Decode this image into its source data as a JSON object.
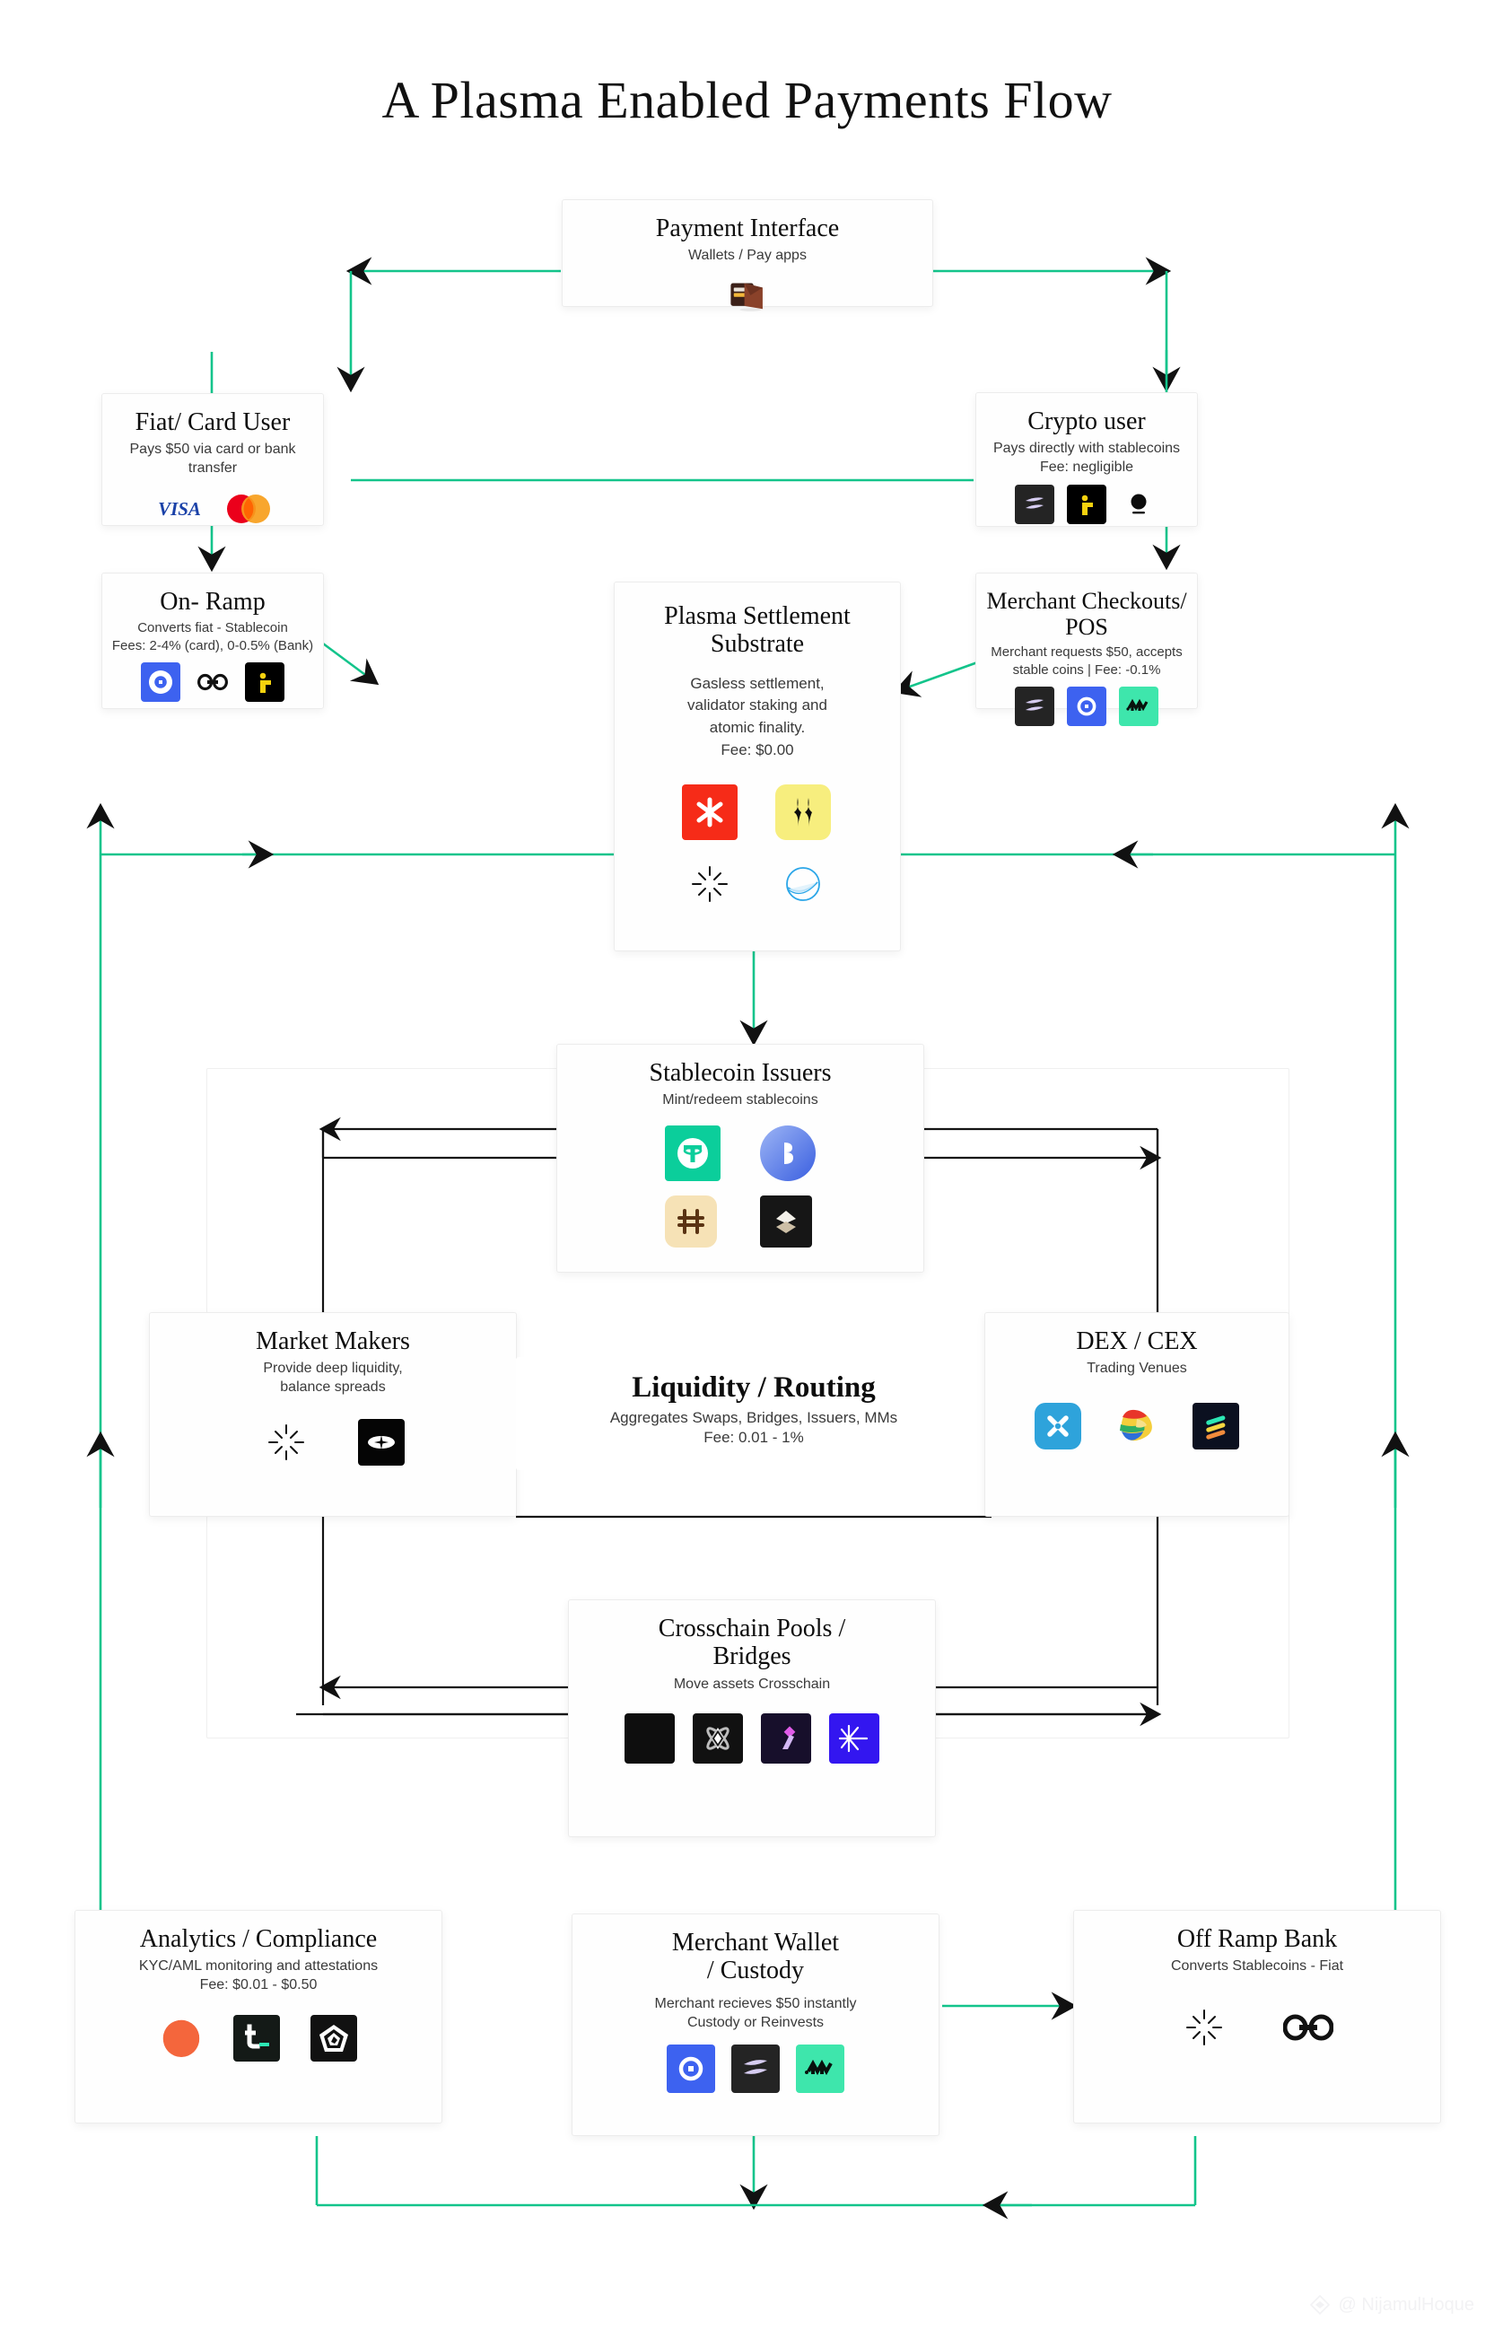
{
  "page": {
    "title": "A Plasma Enabled Payments Flow",
    "watermark": "@ NijamulHoque",
    "accent_green": "#13C48B",
    "wire_black": "#141414",
    "bg": "#ffffff"
  },
  "nodes": {
    "payment_interface": {
      "title": "Payment Interface",
      "subtitle": "Wallets / Pay apps",
      "logos": [
        "wallet-icon"
      ]
    },
    "fiat_card_user": {
      "title": "Fiat/ Card User",
      "subtitle": "Pays $50 via card or bank transfer",
      "logos": [
        "visa-logo",
        "mastercard-logo"
      ]
    },
    "crypto_user": {
      "title": "Crypto user",
      "subtitle": "Pays directly with stablecoins\nFee: negligible",
      "logos": [
        "plasma-logo",
        "phantom-logo",
        "blackdot-logo"
      ]
    },
    "on_ramp": {
      "title": "On- Ramp",
      "subtitle": "Converts fiat - Stablecoin\nFees: 2-4% (card), 0-0.5% (Bank)",
      "logos": [
        "coinbase-logo",
        "chainlink-logo",
        "phantom-logo"
      ]
    },
    "merchant_checkouts": {
      "title": "Merchant Checkouts/ POS",
      "subtitle": "Merchant requests $50, accepts\nstable coins | Fee: -0.1%",
      "logos": [
        "plasma-logo",
        "coinbase-logo",
        "wavelet-logo"
      ]
    },
    "plasma_settlement": {
      "title": "Plasma Settlement\nSubstrate",
      "subtitle": "Gasless settlement,\nvalidator staking and\natomic finality.\nFee: $0.00",
      "logos": [
        "redstar-logo",
        "yellow-sparkle-logo",
        "sunburst-logo",
        "blue-sphere-logo"
      ]
    },
    "stablecoin_issuers": {
      "title": "Stablecoin Issuers",
      "subtitle": "Mint/redeem stablecoins",
      "logos": [
        "tether-logo",
        "bluecoin-logo",
        "cream-glyph-logo",
        "dark-chevron-logo"
      ]
    },
    "market_makers": {
      "title": "Market Makers",
      "subtitle": "Provide deep liquidity,\nbalance spreads",
      "logos": [
        "sunburst-logo",
        "blackeye-logo"
      ]
    },
    "liquidity_routing": {
      "title": "Liquidity / Routing",
      "subtitle": "Aggregates Swaps, Bridges, Issuers, MMs\nFee: 0.01 - 1%",
      "logos": []
    },
    "dex_cex": {
      "title": "DEX / CEX",
      "subtitle": "Trading Venues",
      "logos": [
        "zerox-logo",
        "raydium-logo",
        "stellar-dark-logo"
      ]
    },
    "crosschain_pools": {
      "title": "Crosschain Pools /\nBridges",
      "subtitle": "Move assets Crosschain",
      "logos": [
        "zero-bridge-logo",
        "diamond-bridge-logo",
        "purple-arrow-logo",
        "blue-burst-logo"
      ]
    },
    "analytics_compliance": {
      "title": "Analytics / Compliance",
      "subtitle": "KYC/AML monitoring and attestations\nFee:  $0.01 - $0.50",
      "logos": [
        "duocircle-logo",
        "terminal-t-logo",
        "pentagon-logo"
      ]
    },
    "merchant_wallet": {
      "title": "Merchant Wallet\n/ Custody",
      "subtitle": "Merchant recieves $50 instantly\nCustody or Reinvests",
      "logos": [
        "coinbase-logo",
        "plasma-logo",
        "wavelet-logo"
      ]
    },
    "off_ramp_bank": {
      "title": "Off Ramp Bank",
      "subtitle": "Converts Stablecoins - Fiat",
      "logos": [
        "sunburst-logo",
        "chainlink-logo"
      ]
    }
  }
}
